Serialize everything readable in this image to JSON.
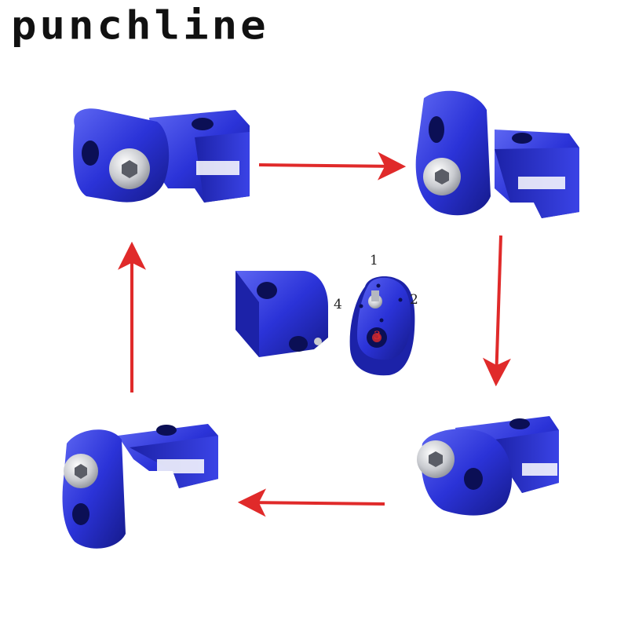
{
  "brand": {
    "logo_text": "punchline"
  },
  "callouts": {
    "n1": "1",
    "n2": "2",
    "n3": "3",
    "n4": "4"
  },
  "colors": {
    "part_blue": "#2b33d8",
    "part_dark": "#151a8a",
    "part_light": "#5d66f2",
    "arrow_red": "#e02a2a",
    "steel": "#c9cbd0"
  }
}
